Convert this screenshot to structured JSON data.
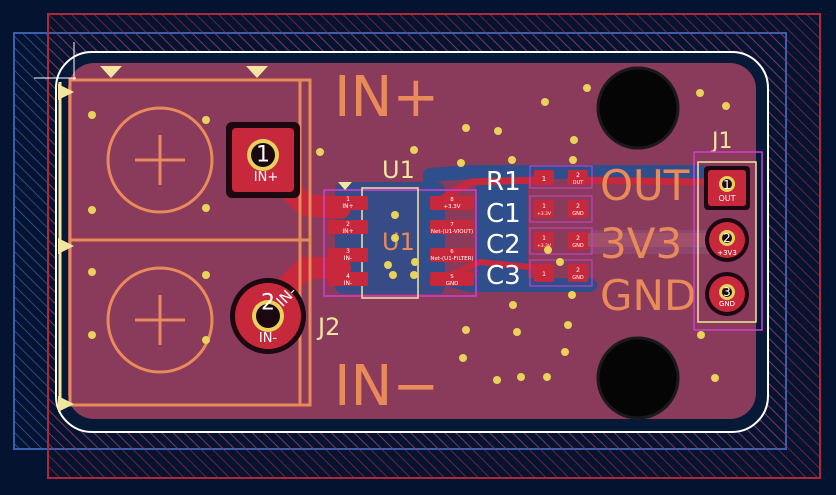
{
  "colors": {
    "background": "#041430",
    "board": "#8a3a5a",
    "copper_front": "#c8283c",
    "copper_back": "#2e4f8c",
    "silkscreen": "#f0e6a0",
    "fab": "#e88a5a",
    "courtyard": "#d040d0",
    "edge_cuts": "#ffffff",
    "keepout": "#c83040",
    "via": "#e8d25a"
  },
  "board_labels": {
    "in_plus": "IN+",
    "in_minus": "IN−",
    "out": "OUT",
    "v33": "3V3",
    "gnd": "GND"
  },
  "ref_designators": {
    "u1": "U1",
    "u1_fab": "U1",
    "j1": "J1",
    "j2": "J2",
    "r1": "R1",
    "c1": "C1",
    "c2": "C2",
    "c3": "C3"
  },
  "j2_pads": [
    {
      "number": "1",
      "net": "IN+"
    },
    {
      "number": "2",
      "net": "IN-"
    }
  ],
  "j2_fab_net": "IN-",
  "j1_pads": [
    {
      "number": "1",
      "net": "OUT"
    },
    {
      "number": "2",
      "net": "+3V3"
    },
    {
      "number": "3",
      "net": "GND"
    }
  ],
  "u1_pads_left": [
    {
      "number": "1",
      "net": "IN+"
    },
    {
      "number": "2",
      "net": "IN+"
    },
    {
      "number": "3",
      "net": "IN-"
    },
    {
      "number": "4",
      "net": "IN-"
    }
  ],
  "u1_pads_right": [
    {
      "number": "8",
      "net": "+3.3V"
    },
    {
      "number": "7",
      "net": "Net-(U1-VIOUT)"
    },
    {
      "number": "6",
      "net": "Net-(U1-FILTER)"
    },
    {
      "number": "5",
      "net": "GND"
    }
  ],
  "passives": [
    {
      "ref": "R1",
      "pad1": "1",
      "pad2": "2",
      "net1": "",
      "net2": "OUT"
    },
    {
      "ref": "C1",
      "pad1": "1",
      "pad2": "2",
      "net1": "+3.3V",
      "net2": "GND"
    },
    {
      "ref": "C2",
      "pad1": "1",
      "pad2": "2",
      "net1": "+3.3V",
      "net2": "GND"
    },
    {
      "ref": "C3",
      "pad1": "1",
      "pad2": "2",
      "net1": "",
      "net2": "GND"
    }
  ]
}
